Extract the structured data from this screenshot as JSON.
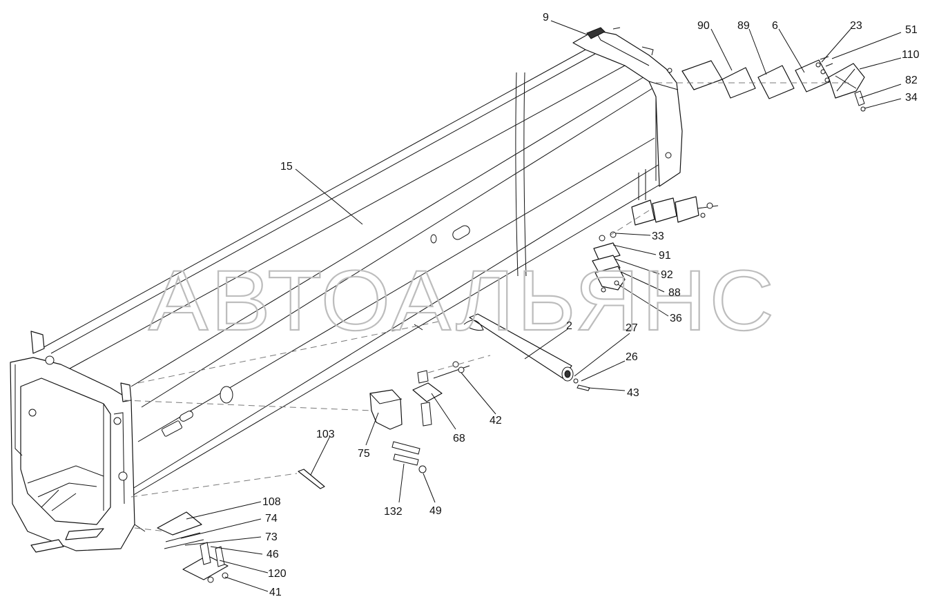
{
  "watermark": "АВТОАЛЬЯНС",
  "callouts": [
    {
      "id": "c9",
      "label": "9"
    },
    {
      "id": "c90",
      "label": "90"
    },
    {
      "id": "c89",
      "label": "89"
    },
    {
      "id": "c6",
      "label": "6"
    },
    {
      "id": "c23",
      "label": "23"
    },
    {
      "id": "c51",
      "label": "51"
    },
    {
      "id": "c110",
      "label": "110"
    },
    {
      "id": "c82",
      "label": "82"
    },
    {
      "id": "c34",
      "label": "34"
    },
    {
      "id": "c15",
      "label": "15"
    },
    {
      "id": "c33",
      "label": "33"
    },
    {
      "id": "c91",
      "label": "91"
    },
    {
      "id": "c92",
      "label": "92"
    },
    {
      "id": "c88",
      "label": "88"
    },
    {
      "id": "c36",
      "label": "36"
    },
    {
      "id": "c2",
      "label": "2"
    },
    {
      "id": "c27",
      "label": "27"
    },
    {
      "id": "c26",
      "label": "26"
    },
    {
      "id": "c43",
      "label": "43"
    },
    {
      "id": "c42",
      "label": "42"
    },
    {
      "id": "c68",
      "label": "68"
    },
    {
      "id": "c75",
      "label": "75"
    },
    {
      "id": "c103",
      "label": "103"
    },
    {
      "id": "c132",
      "label": "132"
    },
    {
      "id": "c49",
      "label": "49"
    },
    {
      "id": "c108",
      "label": "108"
    },
    {
      "id": "c74",
      "label": "74"
    },
    {
      "id": "c73",
      "label": "73"
    },
    {
      "id": "c46",
      "label": "46"
    },
    {
      "id": "c120",
      "label": "120"
    },
    {
      "id": "c41",
      "label": "41"
    }
  ]
}
